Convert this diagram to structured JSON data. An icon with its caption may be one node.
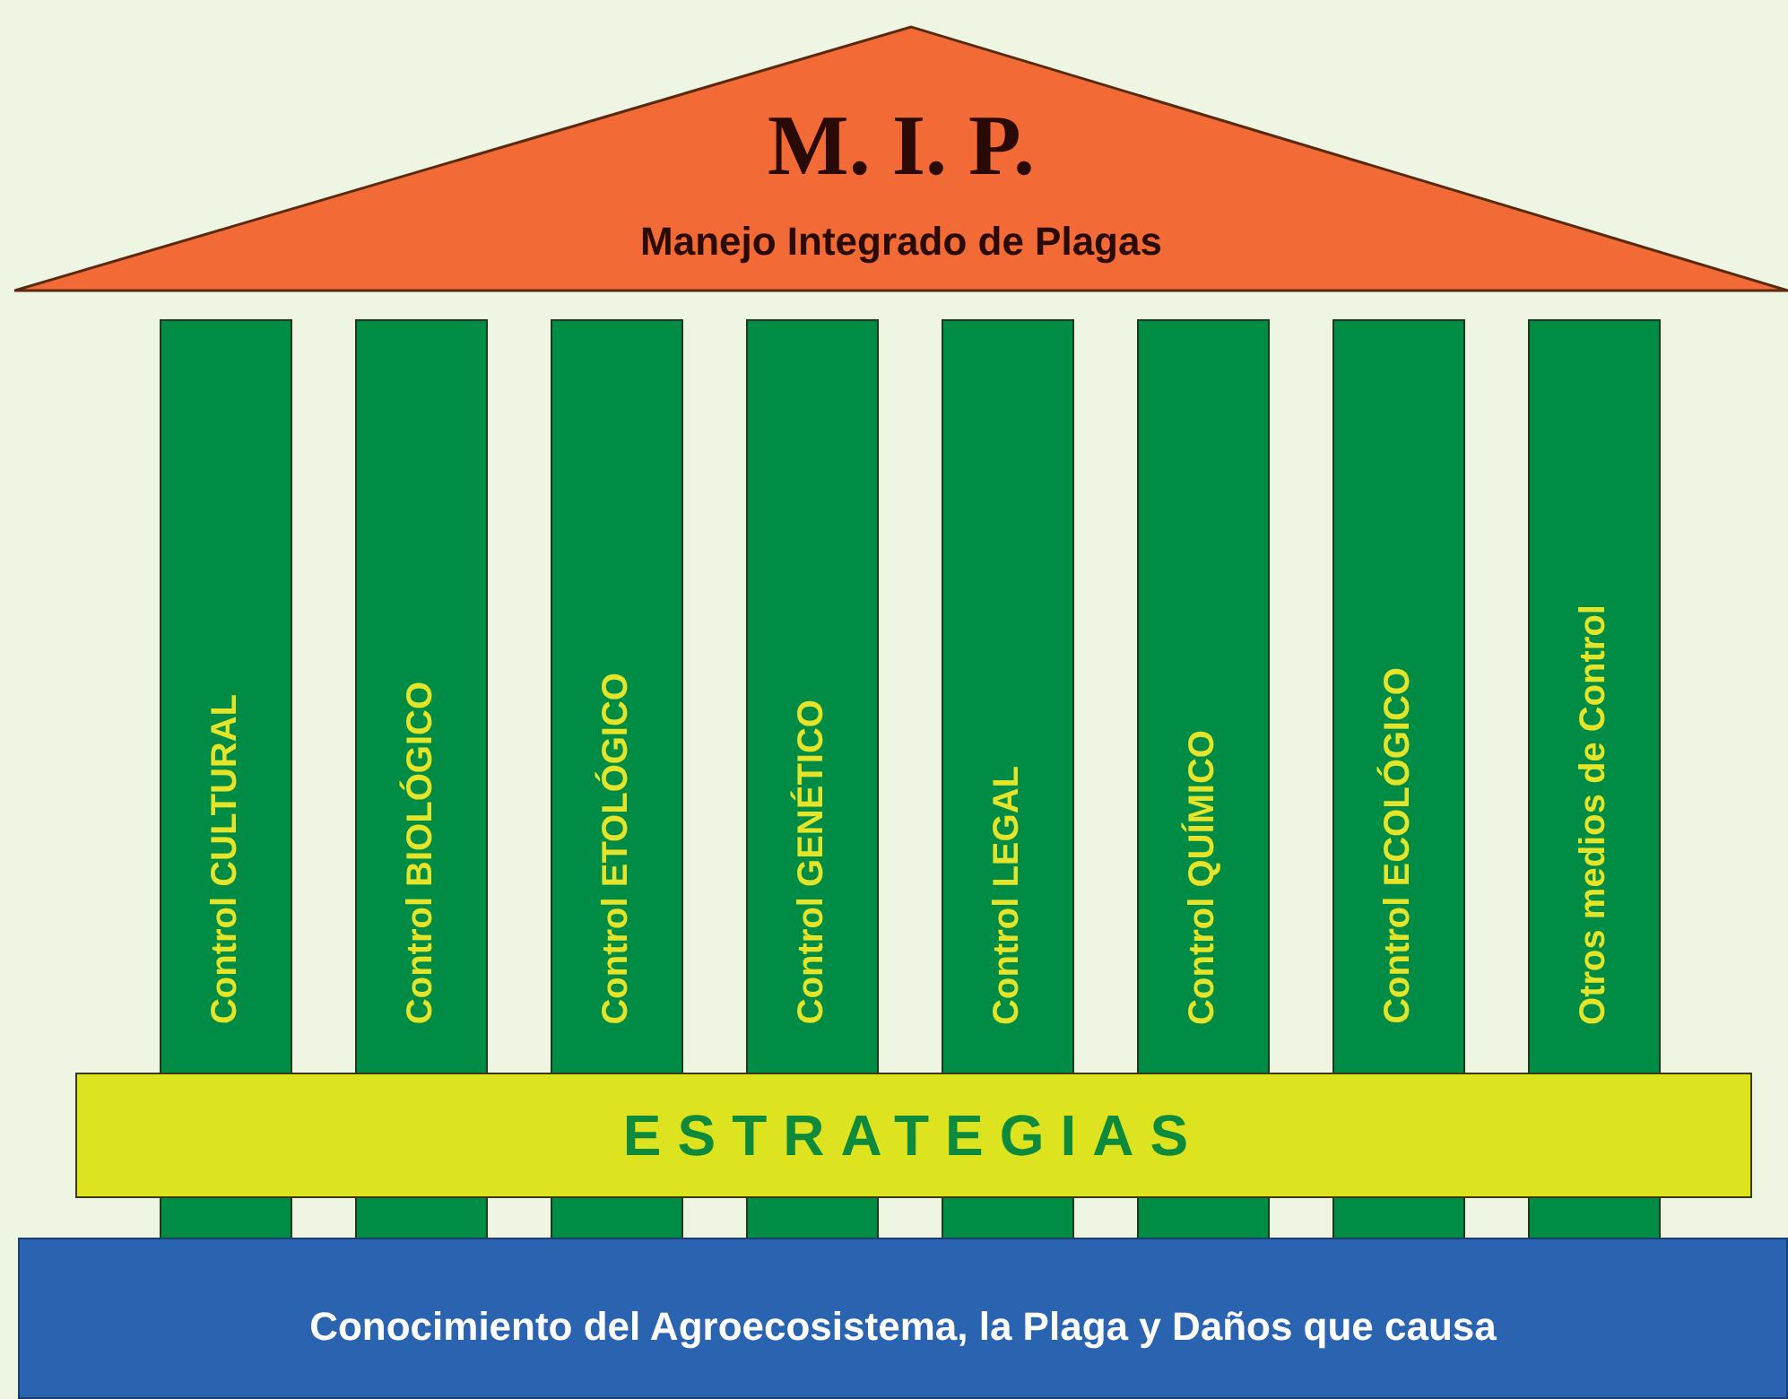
{
  "diagram": {
    "nodes": [
      {
        "text": [
          "M. I. P.",
          "Manejo Integrado de Plagas"
        ]
      },
      {
        "text": [
          "Control CULTURAL"
        ]
      },
      {
        "text": [
          "Control BIOLÓGICO"
        ]
      },
      {
        "text": [
          "Control ETOLÓGICO"
        ]
      },
      {
        "text": [
          "Control GENÉTICO"
        ]
      },
      {
        "text": [
          "Control LEGAL"
        ]
      },
      {
        "text": [
          "Control QUÍMICO"
        ]
      },
      {
        "text": [
          "Control ECOLÓGICO"
        ]
      },
      {
        "text": [
          "Otros medios de Control"
        ]
      },
      {
        "text": [
          "ESTRATEGIAS"
        ]
      },
      {
        "text": [
          "Conocimiento del Agroecosistema, la Plaga y Daños que causa"
        ]
      }
    ]
  }
}
